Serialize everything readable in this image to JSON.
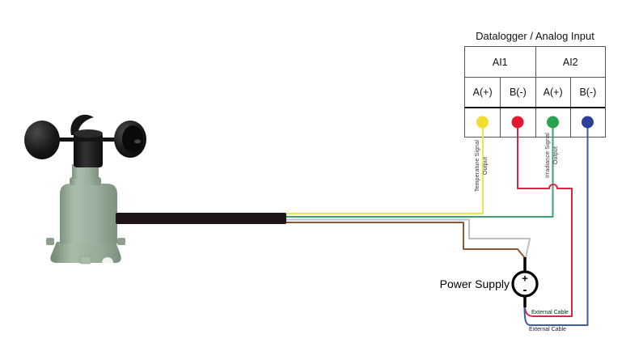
{
  "title": "Datalogger / Analog Input",
  "table": {
    "channels": [
      "AI1",
      "AI2"
    ],
    "terminals": [
      "A(+)",
      "B(-)",
      "A(+)",
      "B(-)"
    ],
    "dot_colors": [
      "#f0dd2c",
      "#e01a2e",
      "#2aa14d",
      "#2a3f97"
    ]
  },
  "labels": {
    "temperature_signal": "Temperature Signal",
    "temperature_output": "Output",
    "irradiance_signal": "Irradiance Signal",
    "irradiance_output": "Output",
    "power_supply": "Power Supply",
    "power_plus": "+",
    "power_minus": "-",
    "external_cable_red": "External Cable",
    "external_cable_blue": "External Cable"
  },
  "wire_colors": {
    "yellow": "#eae44e",
    "green": "#3aa371",
    "gray": "#bfbfbf",
    "brown": "#8a5a38",
    "red": "#d82740",
    "blue": "#3c5ca6",
    "cable": "#1d1518"
  },
  "sensor": {
    "name": "anemometer / pyranometer sensor",
    "body_color": "#9bb09e"
  }
}
